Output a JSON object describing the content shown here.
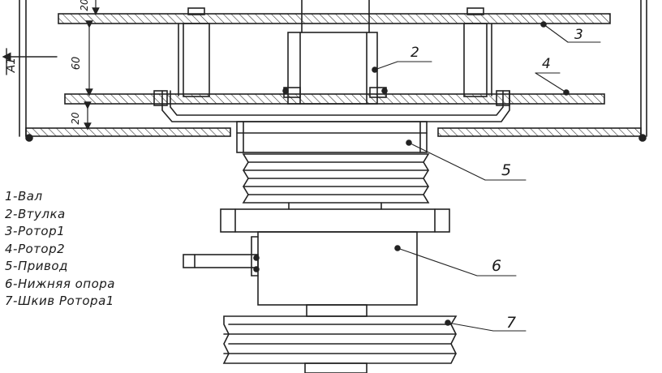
{
  "drawing": {
    "side_marker": "A1",
    "dimensions": {
      "gap_vertical": "60",
      "bottom_gap": "20",
      "top_gap": "20"
    },
    "callouts": [
      "2",
      "3",
      "4",
      "5",
      "6",
      "7"
    ],
    "legend": [
      "1-Вал",
      "2-Втулка",
      "3-Ротор1",
      "4-Ротор2",
      "5-Привод",
      "6-Нижняя опора",
      "7-Шкив Ротора1"
    ]
  }
}
